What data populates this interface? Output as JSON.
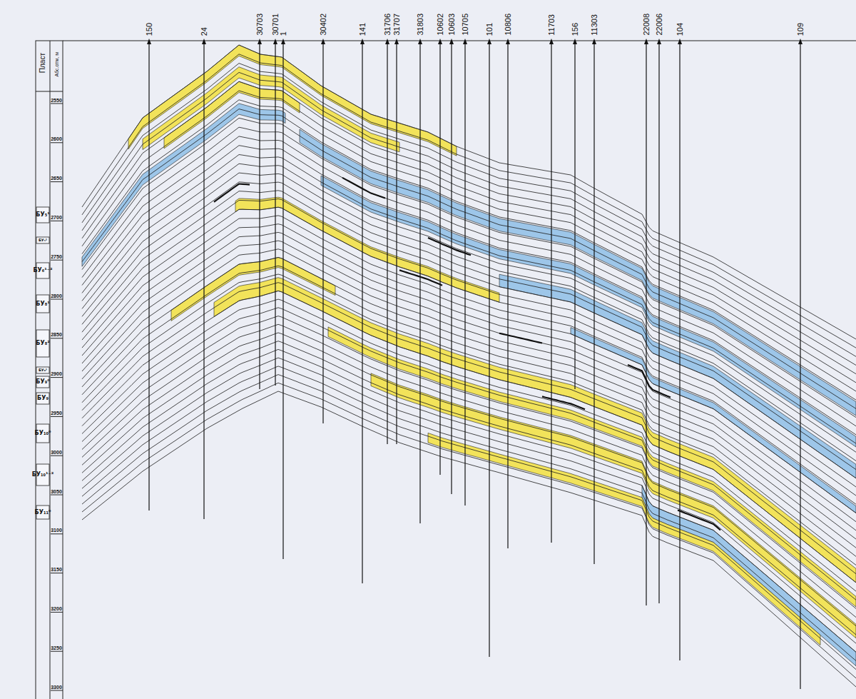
{
  "diagram": {
    "labels": [
      "Пласт",
      "Абс.отм, м",
      "2550",
      "2600",
      "2650",
      "2700",
      "2750",
      "2800",
      "2850",
      "2900",
      "2950",
      "3000",
      "3050",
      "3100",
      "3150",
      "3200",
      "3250",
      "3300",
      "БУ₅¹",
      "БУ₅²",
      "БУ₆¹⁻²",
      "БУ₈¹",
      "БУ₈²",
      "БУ₈³",
      "БУ₉⁰",
      "БУ₉",
      "БУ₁₀⁰",
      "БУ₁₀¹⁻²",
      "БУ₁₁⁰",
      "150",
      "24",
      "30703",
      "30701",
      "1",
      "30402",
      "141",
      "31706",
      "31707",
      "31803",
      "10602",
      "10603",
      "10705",
      "101",
      "10806",
      "11703",
      "156",
      "11303",
      "22008",
      "22006",
      "104",
      "109"
    ]
  }
}
